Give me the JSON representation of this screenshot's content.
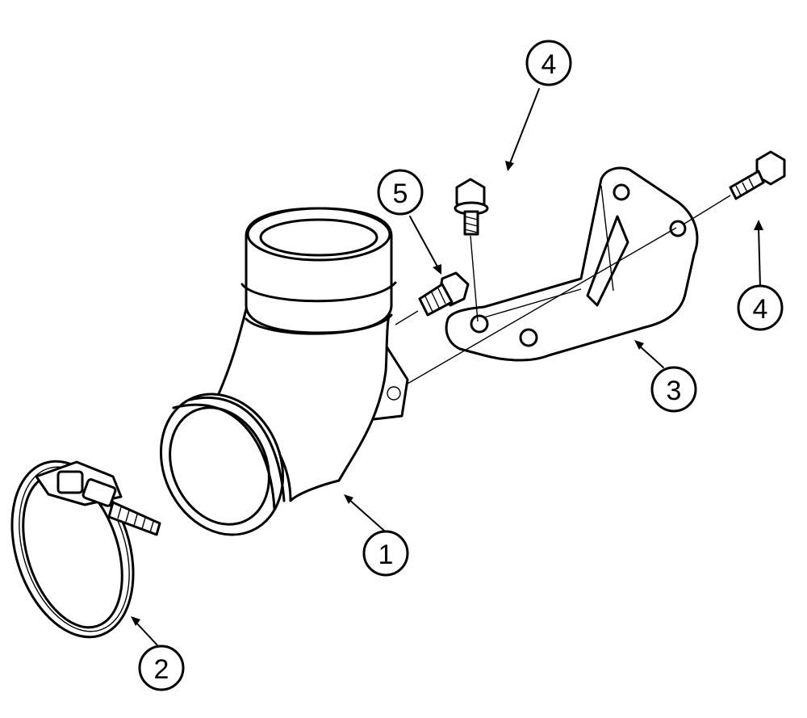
{
  "callouts": [
    {
      "id": "1",
      "label": "1",
      "part": "elbow"
    },
    {
      "id": "2",
      "label": "2",
      "part": "clamp"
    },
    {
      "id": "3",
      "label": "3",
      "part": "bracket"
    },
    {
      "id": "4a",
      "label": "4",
      "part": "bolt-vertical"
    },
    {
      "id": "4b",
      "label": "4",
      "part": "bolt-horizontal"
    },
    {
      "id": "5",
      "label": "5",
      "part": "bolt-small"
    }
  ],
  "colors": {
    "line": "#000000",
    "background": "#ffffff"
  }
}
